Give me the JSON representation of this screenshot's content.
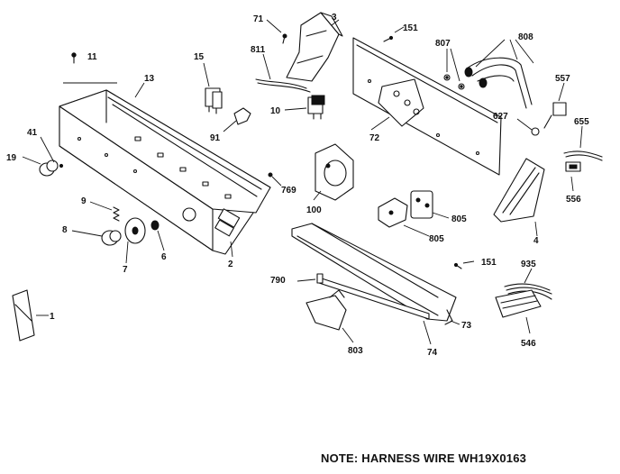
{
  "diagram": {
    "note": "NOTE: HARNESS WIRE WH19X0163",
    "labels": {
      "p1": "1",
      "p2": "2",
      "p3": "3",
      "p4": "4",
      "p6": "6",
      "p7": "7",
      "p8": "8",
      "p9": "9",
      "p10": "10",
      "p11": "11",
      "p13": "13",
      "p15": "15",
      "p19": "19",
      "p41": "41",
      "p71": "71",
      "p72": "72",
      "p73": "73",
      "p74": "74",
      "p91": "91",
      "p100": "100",
      "p151a": "151",
      "p151b": "151",
      "p546": "546",
      "p556": "556",
      "p557": "557",
      "p627": "627",
      "p655": "655",
      "p769": "769",
      "p790": "790",
      "p803": "803",
      "p805a": "805",
      "p805b": "805",
      "p807": "807",
      "p808": "808",
      "p811": "811",
      "p935": "935"
    }
  }
}
